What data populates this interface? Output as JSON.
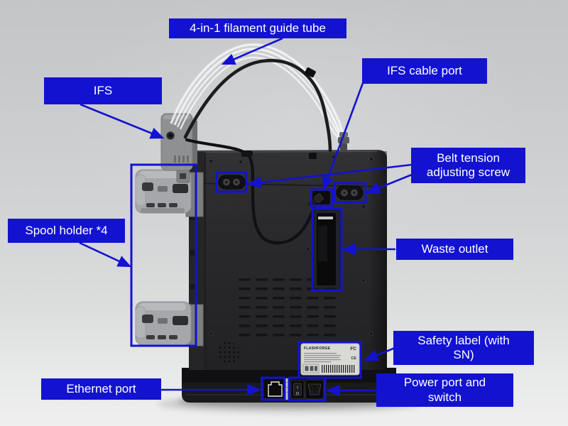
{
  "colors": {
    "accent": "#1312d1",
    "label_text": "#ffffff",
    "printer_body": "#2a2a2c",
    "background_wall": "#cdcecf"
  },
  "callouts": [
    {
      "id": "filament-guide-tube",
      "label": "4-in-1 filament guide tube"
    },
    {
      "id": "ifs",
      "label": "IFS"
    },
    {
      "id": "ifs-cable-port",
      "label": "IFS cable port"
    },
    {
      "id": "belt-tension",
      "label": "Belt tension adjusting screw"
    },
    {
      "id": "spool-holder",
      "label": "Spool holder *4"
    },
    {
      "id": "waste-outlet",
      "label": "Waste outlet"
    },
    {
      "id": "safety-label",
      "label": "Safety label (with SN)"
    },
    {
      "id": "ethernet-port",
      "label": "Ethernet port"
    },
    {
      "id": "power-port",
      "label": "Power port and switch"
    }
  ],
  "printer": {
    "safety_label": {
      "brand": "FLASHFORGE",
      "cert_marks": [
        "FC",
        "CE"
      ]
    },
    "power_switch": {
      "on_mark": "I",
      "off_mark": "O"
    }
  }
}
